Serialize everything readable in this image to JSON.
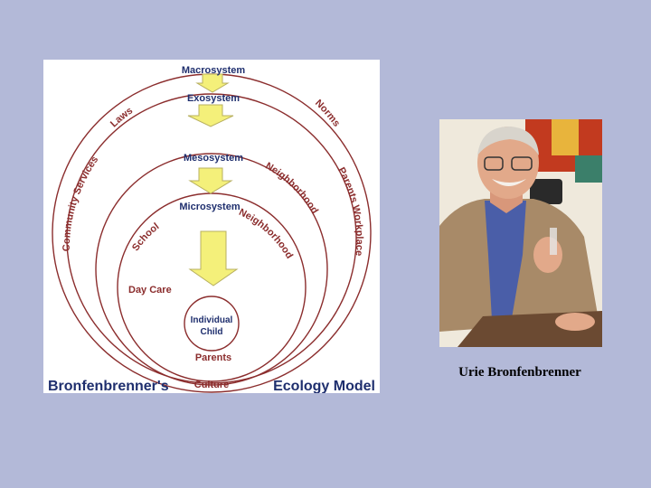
{
  "diagram": {
    "levels": {
      "macrosystem": "Macrosystem",
      "exosystem": "Exosystem",
      "mesosystem": "Mesosystem",
      "microsystem": "Microsystem"
    },
    "center_line1": "Individual",
    "center_line2": "Child",
    "labels": {
      "laws": "Laws",
      "norms": "Norms",
      "community_services": "Community Services",
      "parents_workplace": "Parents Workplace",
      "neighborhood_outer": "Neighborhood",
      "neighborhood_inner": "Neighborhood",
      "school": "School",
      "day_care": "Day Care",
      "parents": "Parents",
      "culture": "Culture"
    },
    "title_left": "Bronfenbrenner's",
    "title_right": "Ecology Model"
  },
  "photo": {
    "caption": "Urie Bronfenbrenner",
    "colors": {
      "wall": "#efe9dc",
      "painting": "#c23a1f",
      "jacket": "#a88a68",
      "shirt": "#4a5ea8",
      "skin": "#e2a98a",
      "hair": "#d8d4cc",
      "table": "#6b4a32"
    }
  }
}
